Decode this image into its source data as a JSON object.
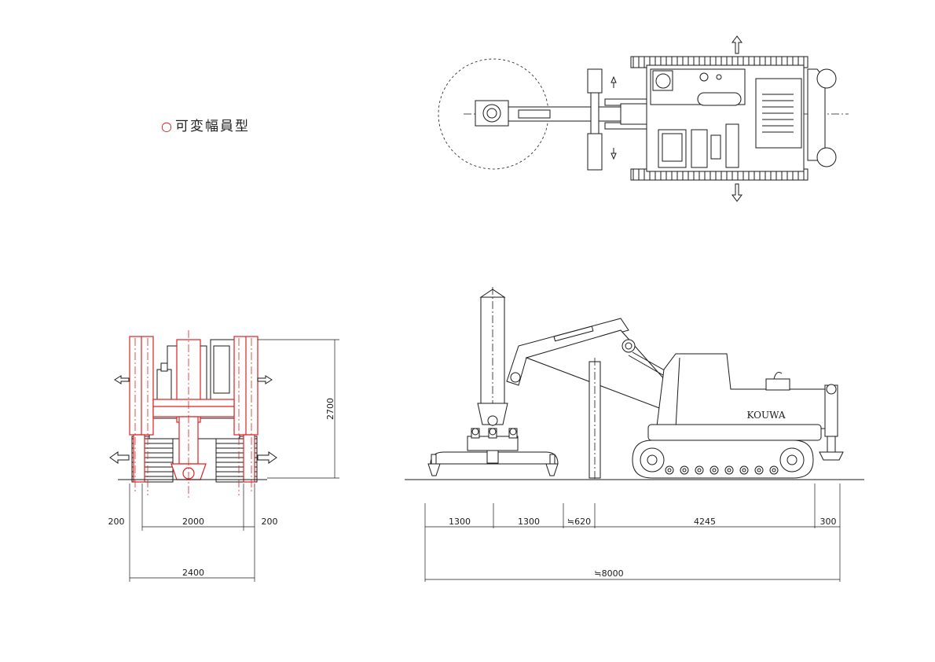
{
  "title": {
    "mark": "○",
    "text": "可変幅員型"
  },
  "machine_label": "KOUWA",
  "front_view_dims": {
    "left_margin": "200",
    "track_gauge": "2000",
    "right_margin": "200",
    "total_width": "2400",
    "height": "2700"
  },
  "side_view_dims": {
    "seg1": "1300",
    "seg2": "1300",
    "seg3": "≒620",
    "seg4": "4245",
    "seg5": "300",
    "total_length": "≒8000"
  },
  "colors": {
    "line": "#1a1a1a",
    "variable_width_highlight": "#e02020"
  }
}
